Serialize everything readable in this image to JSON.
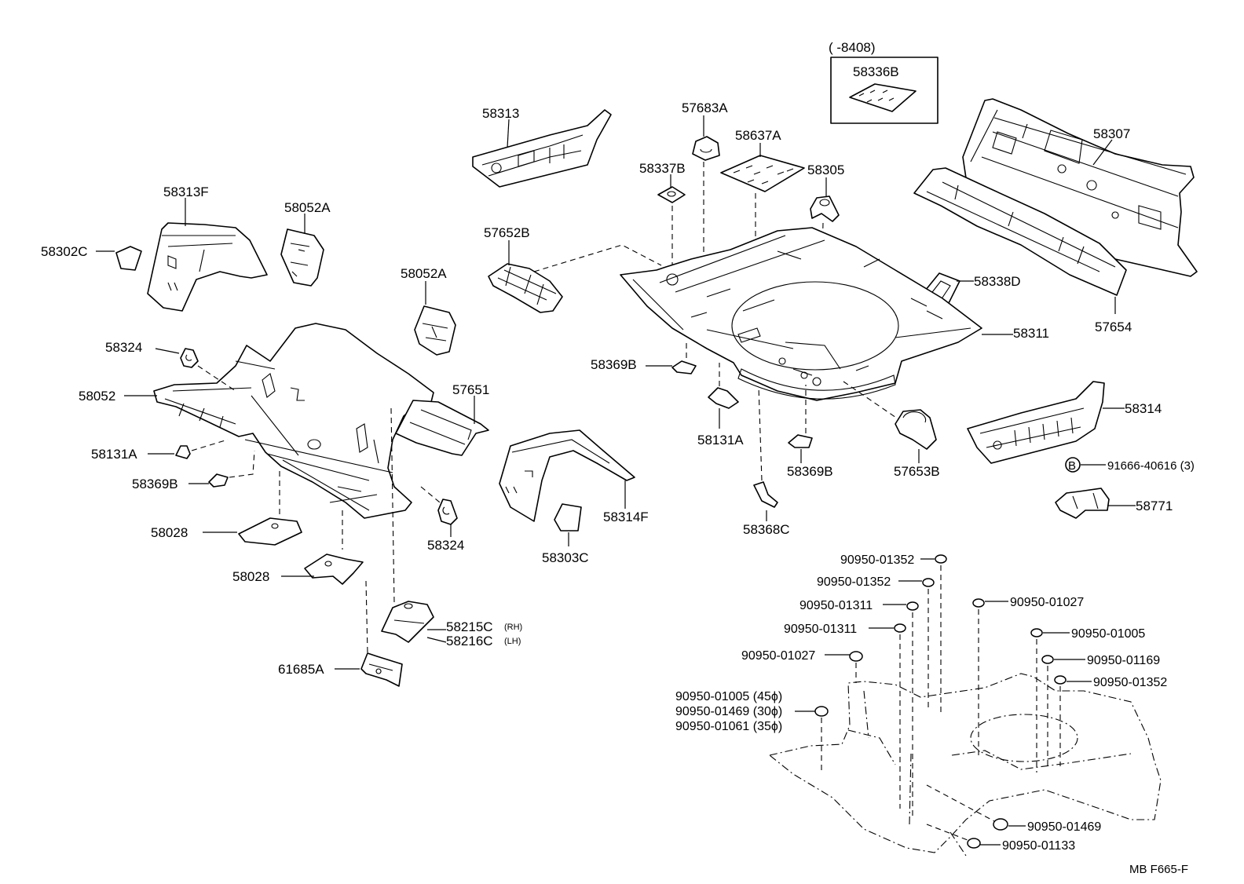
{
  "top_note": "(       -8408)",
  "inset_part": "58336B",
  "labels": {
    "p58313": "58313",
    "p57683A": "57683A",
    "p58637A": "58637A",
    "p58337B": "58337B",
    "p58305": "58305",
    "p58307": "58307",
    "p58313F": "58313F",
    "p58052A_1": "58052A",
    "p58302C": "58302C",
    "p57652B": "57652B",
    "p58052A_2": "58052A",
    "p58338D": "58338D",
    "p58311": "58311",
    "p57654": "57654",
    "p58324_1": "58324",
    "p58052": "58052",
    "p57651": "57651",
    "p58369B_1": "58369B",
    "p58131A_1": "58131A",
    "p58369B_2": "58369B",
    "p58028_1": "58028",
    "p58324_2": "58324",
    "p58314F": "58314F",
    "p58303C": "58303C",
    "p58028_2": "58028",
    "p58215C": "58215C",
    "p58215C_sfx": "(RH)",
    "p58216C": "58216C",
    "p58216C_sfx": "(LH)",
    "p61685A": "61685A",
    "p58131A_2": "58131A",
    "p58369B_3": "58369B",
    "p57653B": "57653B",
    "p58368C": "58368C",
    "p58314": "58314",
    "p91666": "91666-40616 (3)",
    "p91666_badge": "B",
    "p58771": "58771",
    "plug_01352_a": "90950-01352",
    "plug_01352_b": "90950-01352",
    "plug_01311_a": "90950-01311",
    "plug_01311_b": "90950-01311",
    "plug_01027_a": "90950-01027",
    "plug_01027_b": "90950-01027",
    "plug_01005": "90950-01005",
    "plug_01169": "90950-01169",
    "plug_01352_c": "90950-01352",
    "plug_multi_1": "90950-01005 (45ϕ)",
    "plug_multi_2": "90950-01469 (30ϕ)",
    "plug_multi_3": "90950-01061 (35ϕ)",
    "plug_01469": "90950-01469",
    "plug_01133": "90950-01133"
  },
  "footer_code": "MB  F665-F"
}
